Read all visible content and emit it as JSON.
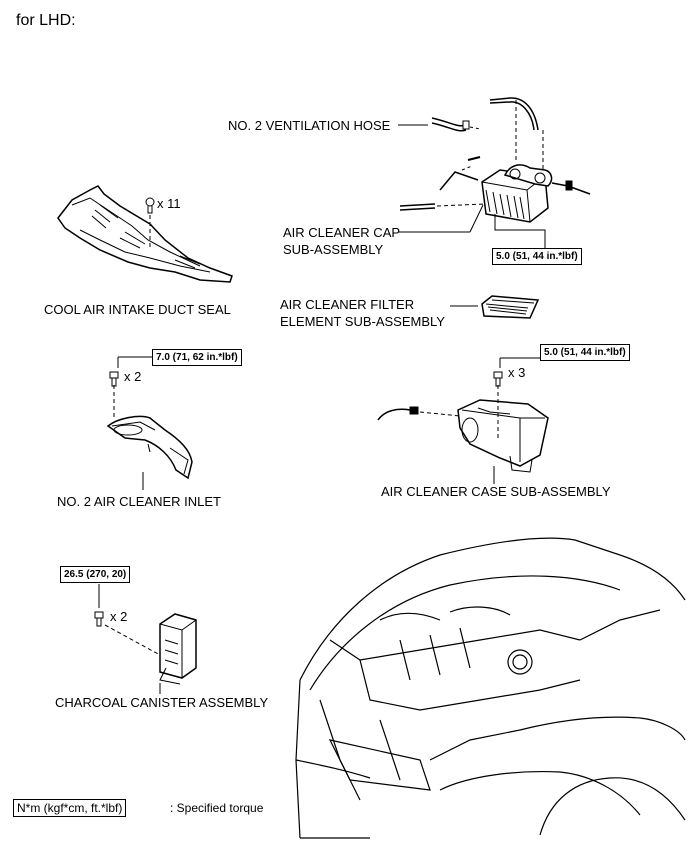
{
  "header": "for LHD:",
  "parts": {
    "ventilation_hose": "NO. 2 VENTILATION HOSE",
    "air_cleaner_cap_line1": "AIR CLEANER CAP",
    "air_cleaner_cap_line2": "SUB-ASSEMBLY",
    "cool_air_seal": "COOL AIR INTAKE DUCT SEAL",
    "filter_line1": "AIR CLEANER FILTER",
    "filter_line2": "ELEMENT SUB-ASSEMBLY",
    "inlet": "NO. 2 AIR CLEANER INLET",
    "case": "AIR CLEANER CASE SUB-ASSEMBLY",
    "canister": "CHARCOAL CANISTER ASSEMBLY"
  },
  "quantities": {
    "seal_clips": "x 11",
    "inlet_bolts": "x 2",
    "case_bolts": "x 3",
    "canister_bolts": "x 2"
  },
  "torques": {
    "cap": "5.0 (51, 44 in.*lbf)",
    "inlet": "7.0 (71, 62 in.*lbf)",
    "case": "5.0 (51, 44 in.*lbf)",
    "canister": "26.5 (270, 20)"
  },
  "legend": {
    "box": "N*m (kgf*cm, ft.*lbf)",
    "text": ": Specified torque"
  }
}
